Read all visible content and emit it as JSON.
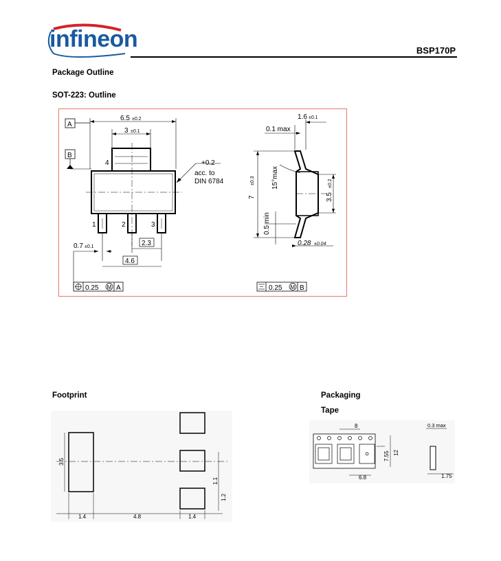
{
  "header": {
    "logo_text": "infineon",
    "part_number": "BSP170P"
  },
  "sections": {
    "package_outline": "Package Outline",
    "sot_outline": "SOT-223: Outline",
    "footprint": "Footprint",
    "packaging": "Packaging",
    "tape": "Tape"
  },
  "outline_front": {
    "datum_a": "A",
    "datum_b": "B",
    "width": "6.5",
    "width_tol": "±0.2",
    "tab_width": "3",
    "tab_tol": "±0.1",
    "pin4": "4",
    "pin1": "1",
    "pin2": "2",
    "pin3": "3",
    "plus_tol": "+0.2",
    "acc_to": "acc. to",
    "din": "DIN 6784",
    "pitch": "2.3",
    "span": "4.6",
    "lead_width": "0.7",
    "lead_tol": "±0.1",
    "fcf_value": "0.25",
    "fcf_m": "M",
    "fcf_datum": "A"
  },
  "outline_side": {
    "thick": "1.6",
    "thick_tol": "±0.1",
    "max_01": "0.1 max",
    "angle": "15°max",
    "height": "7",
    "height_tol": "±0.3",
    "body": "3.5",
    "body_tol": "±0.2",
    "min_05": "0.5 min",
    "lead_thick": "0.28",
    "lead_thick_tol": "±0.04",
    "fcf_value": "0.25",
    "fcf_m": "M",
    "fcf_datum": "B"
  },
  "footprint": {
    "d_35": "3.5",
    "d_14a": "1.4",
    "d_48": "4.8",
    "d_14b": "1.4",
    "d_11": "1.1",
    "d_12": "1.2"
  },
  "tape": {
    "d_8": "8",
    "d_03max": "0.3 max",
    "d_755": "7.55",
    "d_12": "12",
    "d_68": "6.8",
    "d_175": "1.75"
  }
}
